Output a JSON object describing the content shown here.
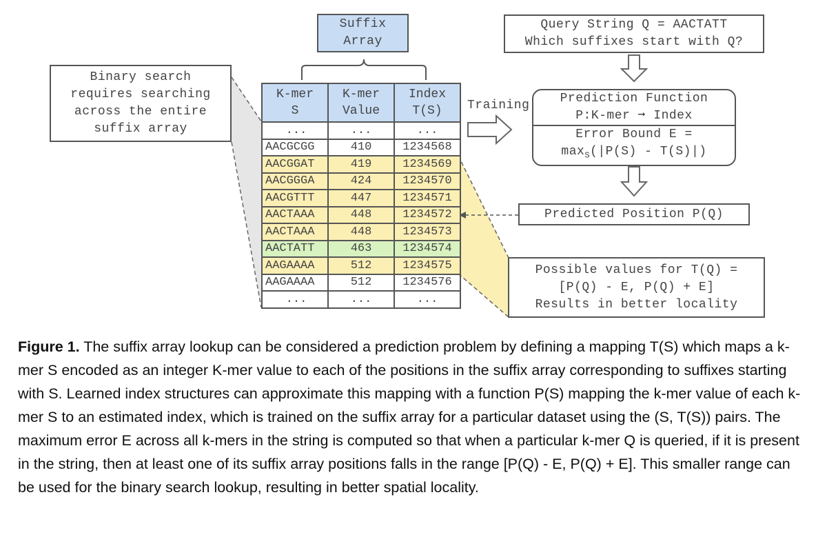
{
  "suffix_array_label": [
    "Suffix",
    "Array"
  ],
  "binary_search_note": [
    "Binary search",
    "requires searching",
    "across the entire",
    "suffix array"
  ],
  "table": {
    "headers": [
      [
        "K-mer",
        "S"
      ],
      [
        "K-mer",
        "Value"
      ],
      [
        "Index",
        "T(S)"
      ]
    ],
    "rows": [
      {
        "kmer": "...",
        "value": "...",
        "index": "...",
        "style": "plain"
      },
      {
        "kmer": "AACGCGG",
        "value": "410",
        "index": "1234568",
        "style": "plain"
      },
      {
        "kmer": "AACGGAT",
        "value": "419",
        "index": "1234569",
        "style": "highlight"
      },
      {
        "kmer": "AACGGGA",
        "value": "424",
        "index": "1234570",
        "style": "highlight"
      },
      {
        "kmer": "AACGTTT",
        "value": "447",
        "index": "1234571",
        "style": "highlight"
      },
      {
        "kmer": "AACTAAA",
        "value": "448",
        "index": "1234572",
        "style": "highlight"
      },
      {
        "kmer": "AACTAAA",
        "value": "448",
        "index": "1234573",
        "style": "highlight"
      },
      {
        "kmer": "AACTATT",
        "value": "463",
        "index": "1234574",
        "style": "match"
      },
      {
        "kmer": "AAGAAAA",
        "value": "512",
        "index": "1234575",
        "style": "highlight"
      },
      {
        "kmer": "AAGAAAA",
        "value": "512",
        "index": "1234576",
        "style": "plain"
      },
      {
        "kmer": "...",
        "value": "...",
        "index": "...",
        "style": "plain"
      }
    ]
  },
  "training_label": "Training",
  "query_box": [
    "Query String Q = AACTATT",
    "Which suffixes start with Q?"
  ],
  "prediction_box": {
    "top": [
      "Prediction Function",
      "P:K-mer ➞ Index"
    ],
    "bottom_line1": "Error Bound E =",
    "bottom_line2_pre": "max",
    "bottom_line2_sub": "S",
    "bottom_line2_post": "(|P(S) - T(S)|)"
  },
  "predicted_position": "Predicted Position P(Q)",
  "possible_values_box": [
    "Possible values for T(Q) =",
    "[P(Q) - E, P(Q) + E]",
    "Results in better locality"
  ],
  "caption": {
    "label": "Figure 1.",
    "text": " The suffix array lookup can be considered a prediction problem by defining a mapping T(S) which maps a k-mer S encoded as an integer K-mer value to each of the positions in the suffix array corresponding to suffixes starting with S. Learned index structures can approximate this mapping with a function P(S) mapping the k-mer value of each k-mer S to an estimated index, which is trained on the suffix array for a particular dataset using the (S, T(S)) pairs. The maximum error E across all k-mers in the string is computed so that when a particular k-mer Q is queried, if it is present in the string, then at least one of its suffix array positions falls in the range [P(Q) - E, P(Q) + E]. This smaller range can be used for the binary search lookup, resulting in better spatial locality."
  },
  "colors": {
    "header_blue": "#c8dcf4",
    "highlight_yellow": "#fcefb4",
    "match_green": "#d8f2c0",
    "wedge_gray": "#e6e6e6"
  }
}
